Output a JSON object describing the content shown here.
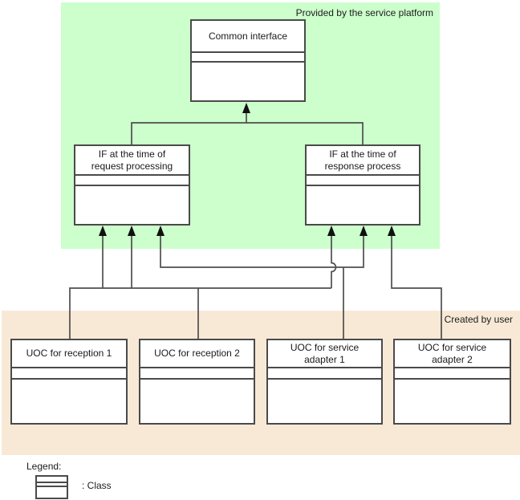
{
  "regions": {
    "platform": {
      "label": "Provided by the service platform",
      "bg": "#ccffcc"
    },
    "user": {
      "label": "Created by user",
      "bg": "#f8e9d6"
    }
  },
  "classes": [
    {
      "id": "common",
      "label": "Common interface"
    },
    {
      "id": "if-request",
      "label": "IF at the time of\nrequest processing"
    },
    {
      "id": "if-response",
      "label": "IF at the time of\nresponse process"
    },
    {
      "id": "uoc1",
      "label": "UOC for reception 1"
    },
    {
      "id": "uoc2",
      "label": "UOC for reception 2"
    },
    {
      "id": "sa1",
      "label": "UOC for service\nadapter 1"
    },
    {
      "id": "sa2",
      "label": "UOC for service\nadapter 2"
    }
  ],
  "legend": {
    "title": "Legend:",
    "entry": ": Class"
  },
  "colors": {
    "line": "#4e4e4e",
    "arrowhead": "#111111",
    "box_border": "#4a4a4a"
  }
}
